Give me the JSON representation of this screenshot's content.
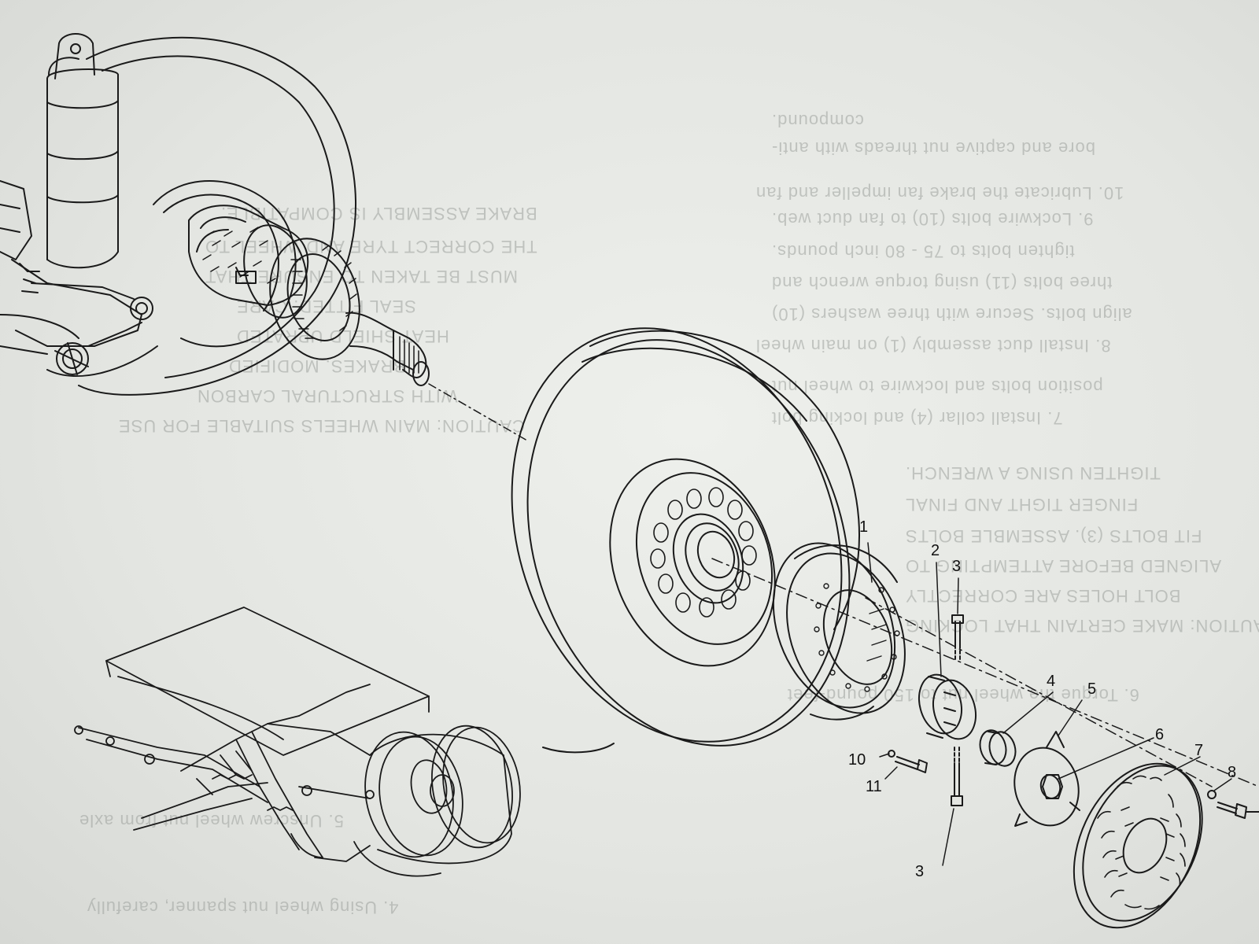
{
  "bleed_text": {
    "lines_right": [
      "compound.",
      "bore and captive nut threads with anti-",
      "10. Lubricate the brake fan impeller and fan",
      "9. Lockwire bolts (10) to fan duct web.",
      "tighten bolts to 75 - 80 inch pounds.",
      "three bolts (11) using torque wrench and",
      "align bolts. Secure with three washers (10)",
      "8. Install duct assembly (1) on main wheel",
      "position bolts and lockwire to wheel nut",
      "7. Install collar (4) and locking bolt",
      "TIGHTEN USING A WRENCH.",
      "FINGER TIGHT AND FINAL",
      "FIT BOLTS (3). ASSEMBLE BOLTS",
      "ALIGNED BEFORE ATTEMPTING TO",
      "BOLT HOLES ARE CORRECTLY",
      "CAUTION: MAKE CERTAIN THAT LOCKING",
      "6. Torque the wheel nut to 150 pound-feet"
    ],
    "lines_left": [
      "CAUTION: MAIN WHEELS SUITABLE FOR USE",
      "WITH STRUCTURAL CARBON",
      "BRAKES. MODIFIED",
      "HEAT SHIELD UPRATED",
      "SEAL FITTED. CARE",
      "MUST BE TAKEN TO ENSURE THAT",
      "THE CORRECT TYRE AND WHEEL TO",
      "BRAKE ASSEMBLY IS COMPATIBLE.",
      "4. Using wheel nut spanner, carefully",
      "5. Unscrew wheel nut from axle"
    ]
  },
  "callouts": [
    {
      "id": "1",
      "label": "1"
    },
    {
      "id": "2",
      "label": "2"
    },
    {
      "id": "3a",
      "label": "3"
    },
    {
      "id": "3b",
      "label": "3"
    },
    {
      "id": "4",
      "label": "4"
    },
    {
      "id": "5",
      "label": "5"
    },
    {
      "id": "6",
      "label": "6"
    },
    {
      "id": "7",
      "label": "7"
    },
    {
      "id": "8",
      "label": "8"
    },
    {
      "id": "10",
      "label": "10"
    },
    {
      "id": "11",
      "label": "11"
    }
  ],
  "colors": {
    "line": "#1a1a1a",
    "paper": "#e6e8e4",
    "bleed": "#9ea29e"
  }
}
